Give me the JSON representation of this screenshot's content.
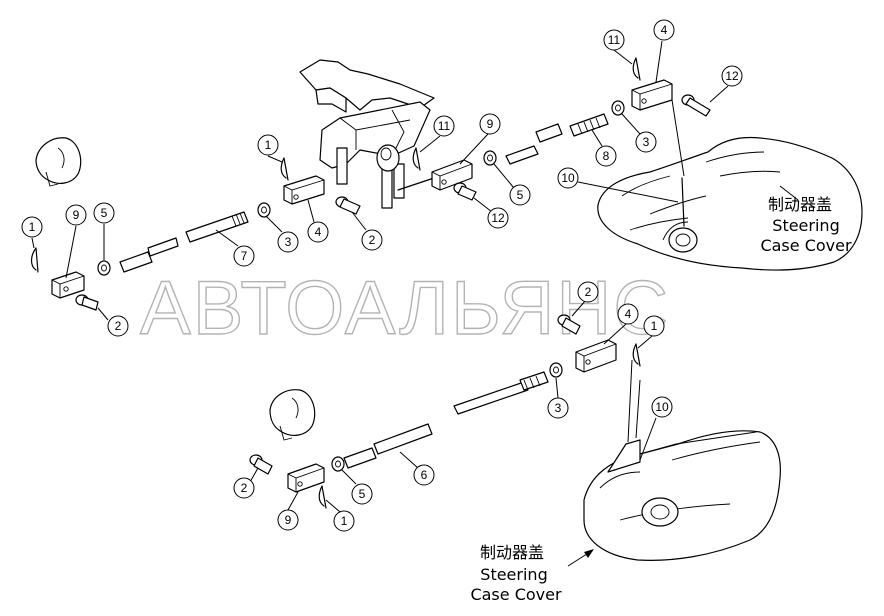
{
  "watermark": "АВТОАЛЬЯНС",
  "labels": {
    "top_cn": "制动器盖",
    "top_en1": "Steering",
    "top_en2": "Case Cover",
    "bottom_cn": "制动器盖",
    "bottom_en1": "Steering",
    "bottom_en2": "Case Cover"
  },
  "callouts": [
    "1",
    "2",
    "3",
    "4",
    "5",
    "6",
    "7",
    "8",
    "9",
    "10",
    "11",
    "12"
  ]
}
